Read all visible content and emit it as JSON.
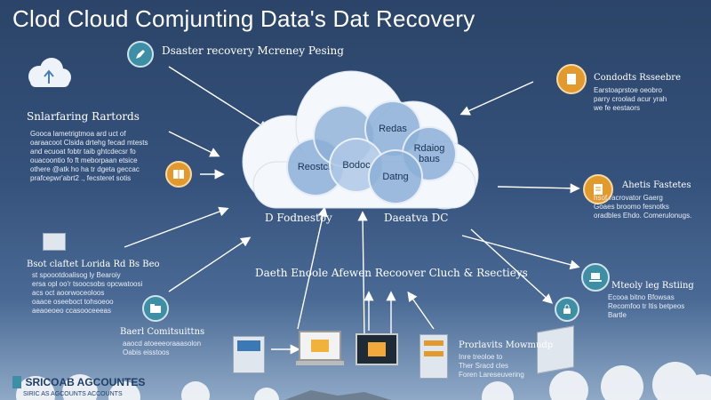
{
  "title": "Clod Cloud Comjunting Data's Dat Recovery",
  "top_label": "Dsaster recovery Mcreney Pesing",
  "cloud": {
    "bubbles": [
      "Redas",
      "Rdaiog\nbaus",
      "Bodoc",
      "Reostch",
      "Datng"
    ],
    "label_left": "D Fodnestoy",
    "label_right": "Daeatva DC"
  },
  "left": {
    "heading1": "Snlarfaring Rartords",
    "text1": [
      "Gooca lametrigtmoa ard uct of",
      "oaraacoot Clsida drtehg fecad mtests",
      "and ecuoat fobtr taib ghtcdecsr fo",
      "ouacoontio fo ft meborpaan etsice",
      "othere @atk ho ha tr dgeta geccac",
      "prafcepwr'abrt2 ., fecsteret sotis"
    ],
    "heading2": "Bsot claftet Lorida Rd Bs Beo",
    "text2": [
      "st  spoootdoalisog ly Bearoiy",
      "ersa opl oo'r tsoocsobs opcwatoosi",
      "acs oct aoorwoceoloos",
      "oaace oseeboct tohsoeoo",
      "aeaoeoeo ccasooceeeas"
    ],
    "heading3": "Baerl Comitsuittns",
    "text3": [
      "aaocd atoeeeoraaasolon",
      "Oabis eisstoos"
    ],
    "brand": "SRICOAB AGCOUNTES",
    "brand_sub": "SIRIC AS AGCOUNTS ACCOUNTS"
  },
  "right": {
    "heading1": "Condodts Rsseebre",
    "text1": [
      "Earstoaprstoe oeobro",
      "parry croolad acur yrah",
      "we fe eestaors"
    ],
    "heading2": "Ahetis Fastetes",
    "text2": [
      "hsof racrovator Gaerg",
      "Goaes broomo fesnotks",
      "oradbles Ehdo. Comerulonugs."
    ],
    "heading3": "Mteoly leg Rstiing",
    "text3": [
      "Ecooa bitno Bfowsas",
      "Recomfoo tr ltis betpeos",
      "Bartle"
    ],
    "heading4": "Prorlavits Mowmudp",
    "text4": [
      "Inre treoloe to",
      "Ther Sracd cles",
      "Foren Lareseuvering"
    ]
  },
  "bottom_heading": "Daeth Enoole Afewen Recoover Cluch & Rsectieys",
  "icons": {
    "cloud_up": "cloud-upload-icon",
    "pen": "pen-icon",
    "doc_orange": "document-icon",
    "book": "book-icon",
    "doc_right": "document-icon",
    "laptop": "laptop-icon",
    "server": "server-icon"
  },
  "colors": {
    "teal": "#3e8ea6",
    "orange": "#e39a2d",
    "sky_top": "#2b4468"
  }
}
